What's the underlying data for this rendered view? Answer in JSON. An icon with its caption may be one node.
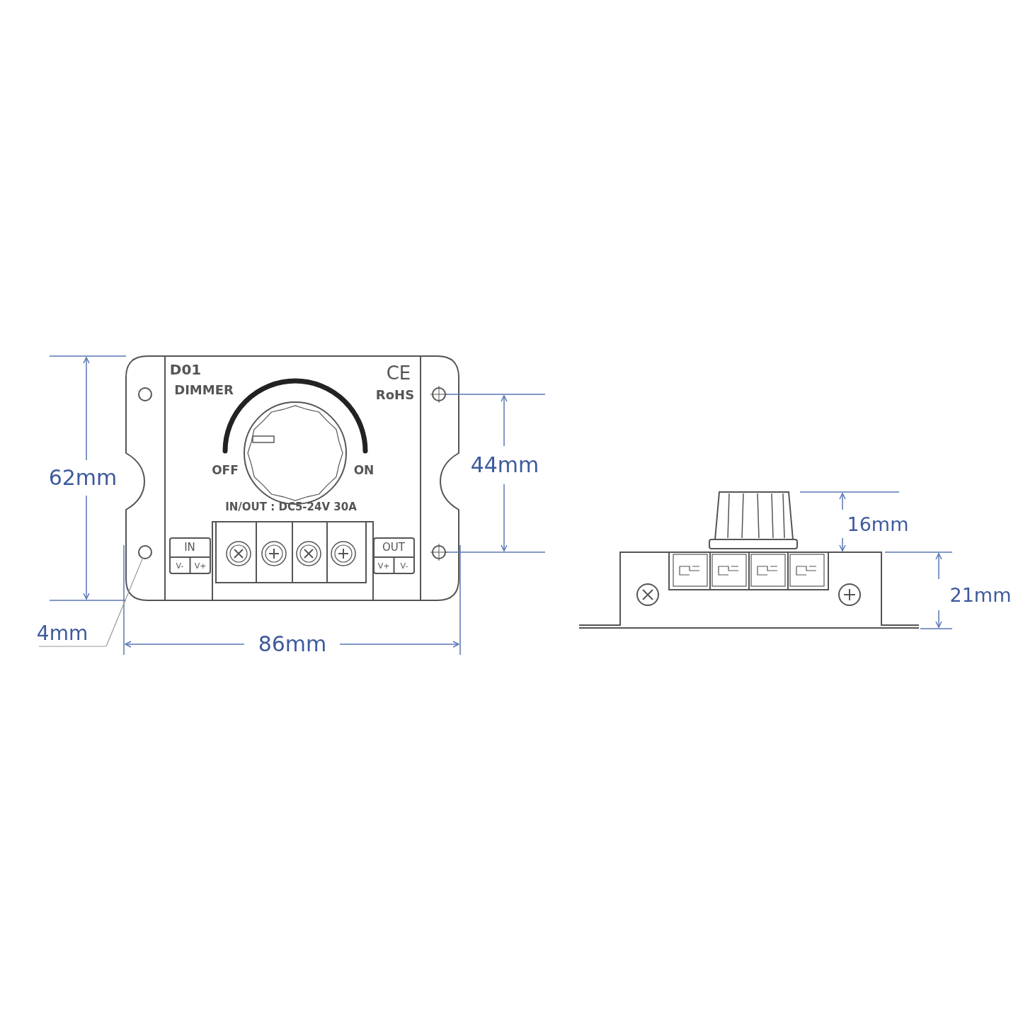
{
  "diagram": {
    "nodes": [
      {
        "text": [
          "4mm"
        ]
      },
      {
        "text": [],
        "shape": "circle"
      }
    ],
    "edges": [
      {
        "from": 0,
        "to": 1,
        "arrow": "none"
      }
    ],
    "labels": [
      "D01",
      "DIMMER",
      "CE",
      "RoHS",
      "62mm",
      "44mm",
      "OFF",
      "ON",
      "IN/OUT : DC5-24V 30A",
      "16mm",
      "IN",
      "OUT",
      "V-",
      "V+",
      "V+",
      "V-",
      "21mm",
      "86mm"
    ]
  }
}
